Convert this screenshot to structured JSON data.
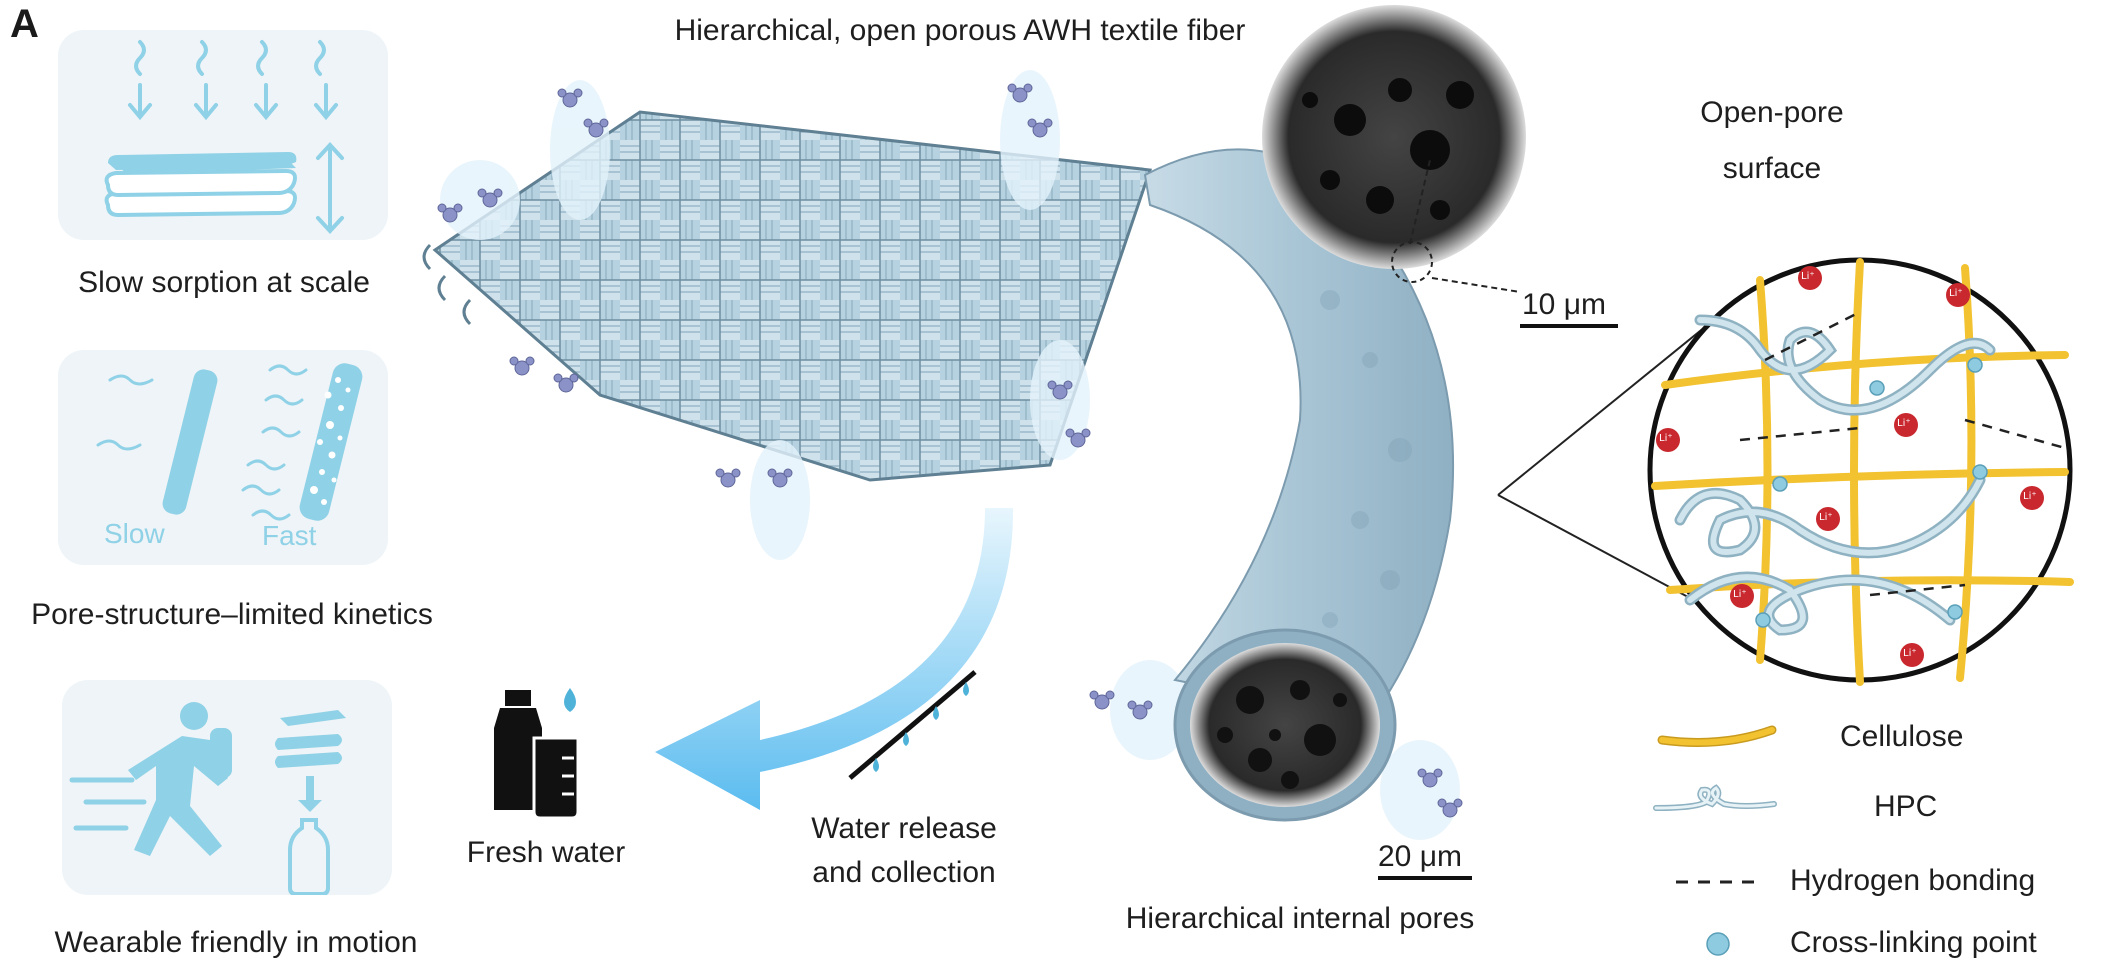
{
  "panel": {
    "letter": "A"
  },
  "left": {
    "items": [
      {
        "caption": "Slow sorption at scale"
      },
      {
        "caption": "Pore-structure–limited kinetics",
        "slow_label": "Slow",
        "fast_label": "Fast"
      },
      {
        "caption": "Wearable friendly in motion"
      }
    ]
  },
  "center": {
    "title": "Hierarchical, open porous AWH textile fiber",
    "fresh_water": "Fresh water",
    "water_release": [
      "Water release",
      "and collection"
    ]
  },
  "fiber": {
    "surface_label": [
      "Open-pore",
      "surface"
    ],
    "surface_scale": "10 μm",
    "internal_label": "Hierarchical internal pores",
    "internal_scale": "20 μm"
  },
  "network": {
    "ion_label": "Li⁺"
  },
  "legend": {
    "items": [
      {
        "label": "Cellulose",
        "color": "#f2c230"
      },
      {
        "label": "HPC",
        "color": "#cfe4ec"
      },
      {
        "label": "Hydrogen bonding",
        "color": "#222222"
      },
      {
        "label": "Cross-linking point",
        "color": "#8fcbe0"
      }
    ]
  },
  "colors": {
    "accent_blue": "#8fd1e6",
    "arrow_blue": "#6ec4ee",
    "card_bg": "#eef4f7",
    "ion_red": "#c8282e",
    "fiber_blue": "#a9c6d6"
  }
}
